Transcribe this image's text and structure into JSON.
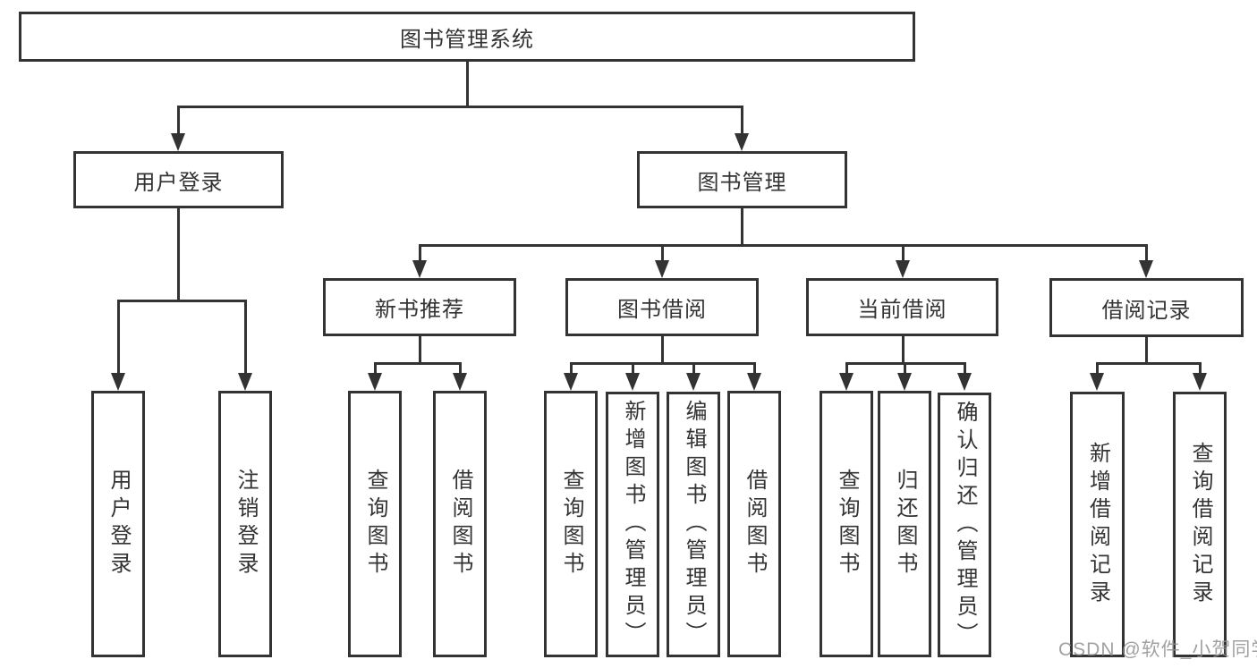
{
  "diagram": {
    "root": {
      "label": "图书管理系统"
    },
    "login_branch": {
      "label": "用户登录",
      "children": [
        {
          "label": "用户登录"
        },
        {
          "label": "注销登录"
        }
      ]
    },
    "management_branch": {
      "label": "图书管理",
      "groups": [
        {
          "label": "新书推荐",
          "children": [
            {
              "label": "查询图书"
            },
            {
              "label": "借阅图书"
            }
          ]
        },
        {
          "label": "图书借阅",
          "children": [
            {
              "label": "查询图书"
            },
            {
              "label": "新增图书（管理员）"
            },
            {
              "label": "编辑图书（管理员）"
            },
            {
              "label": "借阅图书"
            }
          ]
        },
        {
          "label": "当前借阅",
          "children": [
            {
              "label": "查询图书"
            },
            {
              "label": "归还图书"
            },
            {
              "label": "确认归还（管理员）"
            }
          ]
        },
        {
          "label": "借阅记录",
          "children": [
            {
              "label": "新增借阅记录"
            },
            {
              "label": "查询借阅记录"
            }
          ]
        }
      ]
    },
    "watermark": "CSDN @软件_小贺同学",
    "colors": {
      "line": "#333333",
      "text": "#333333",
      "background": "#ffffff",
      "watermark": "#919191"
    }
  }
}
